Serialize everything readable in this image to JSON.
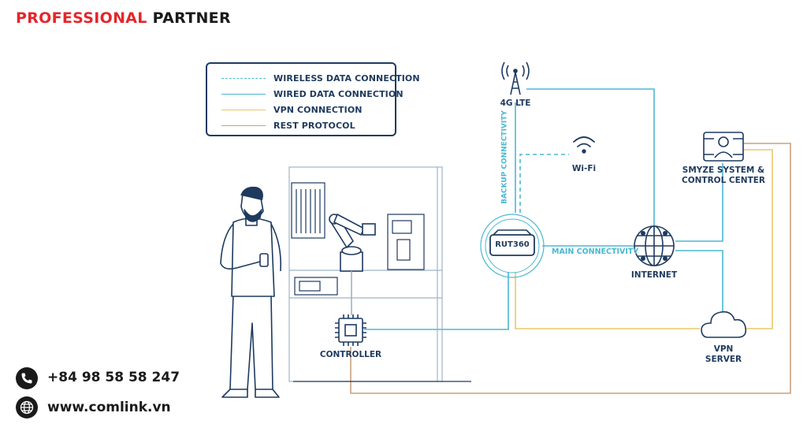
{
  "header": {
    "brand_part1": "PROFESSIONAL",
    "brand_part2": "PARTNER"
  },
  "legend": [
    {
      "label": "WIRELESS DATA CONNECTION",
      "color": "#4bb8d0",
      "style": "dashed"
    },
    {
      "label": "WIRED DATA CONNECTION",
      "color": "#4bb8d0",
      "style": "solid"
    },
    {
      "label": "VPN CONNECTION",
      "color": "#e8c86a",
      "style": "solid"
    },
    {
      "label": "REST PROTOCOL",
      "color": "#c9a27e",
      "style": "solid"
    }
  ],
  "nodes": {
    "lte": "4G LTE",
    "wifi": "Wi-Fi",
    "router": "RUT360",
    "internet": "INTERNET",
    "smyze_line1": "SMYZE SYSTEM &",
    "smyze_line2": "CONTROL CENTER",
    "controller": "CONTROLLER",
    "vpn_line1": "VPN",
    "vpn_line2": "SERVER"
  },
  "edge_labels": {
    "backup": "BACKUP CONNECTIVITY",
    "main": "MAIN CONNECTIVITY"
  },
  "contact": {
    "phone": "+84 98 58 58 247",
    "website": "www.comlink.vn",
    "phone_icon": "phone-icon",
    "web_icon": "globe-icon"
  },
  "colors": {
    "brand_red": "#e5262b",
    "navy": "#1e3a5f",
    "teal": "#4bb8d0",
    "vpn": "#e8c86a",
    "rest": "#c9a27e",
    "sketch": "#9fb3c8"
  }
}
